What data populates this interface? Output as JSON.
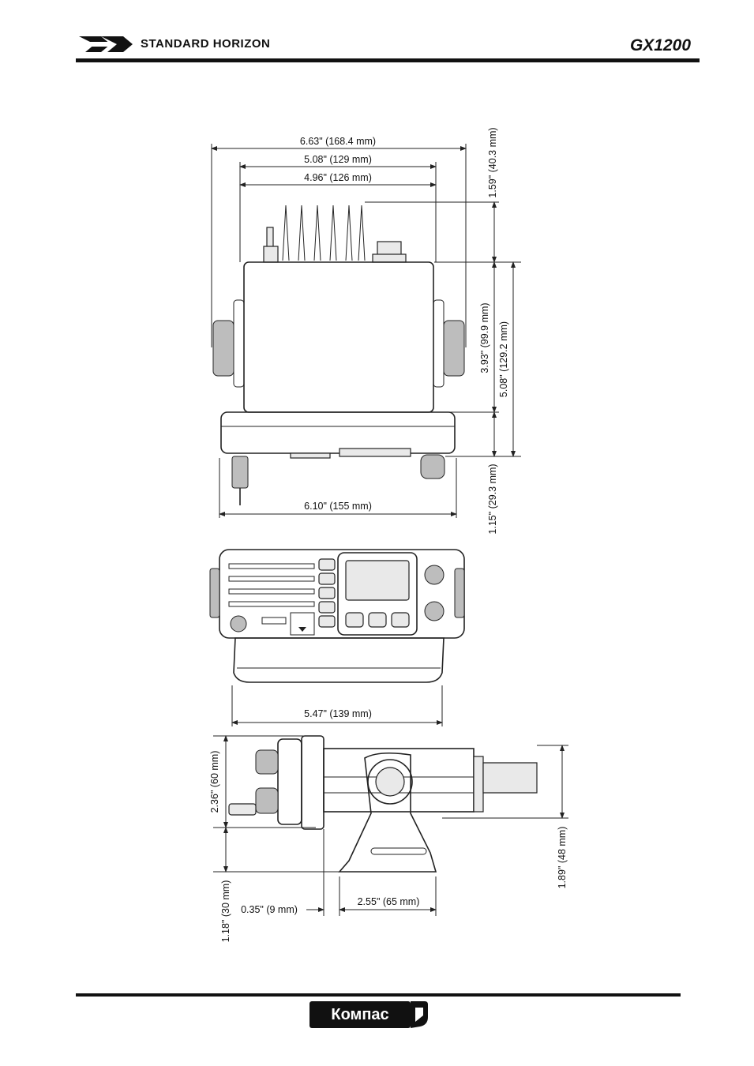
{
  "header": {
    "brand": "STANDARD HORIZON",
    "model": "GX1200"
  },
  "top_view": {
    "width_overall": "6.63\" (168.4 mm)",
    "width_case": "5.08\" (129 mm)",
    "width_inner": "4.96\" (126 mm)",
    "depth_top": "1.59\" (40.3 mm)",
    "depth_case": "3.93\" (99.9 mm)",
    "depth_total": "5.08\" (129.2 mm)",
    "depth_front": "1.15\" (29.3 mm)",
    "width_front": "6.10\" (155 mm)"
  },
  "front_view": {
    "width": "5.47\" (139 mm)"
  },
  "side_view": {
    "height_upper": "2.36\" (60 mm)",
    "height_lower": "1.18\" (30 mm)",
    "offset": "0.35\" (9 mm)",
    "bracket_depth": "2.55\" (65 mm)",
    "right_height": "1.89\" (48 mm)"
  },
  "footer": {
    "logo_text": "Компас"
  },
  "colors": {
    "ink": "#111111",
    "panel": "#e9e9e9"
  }
}
